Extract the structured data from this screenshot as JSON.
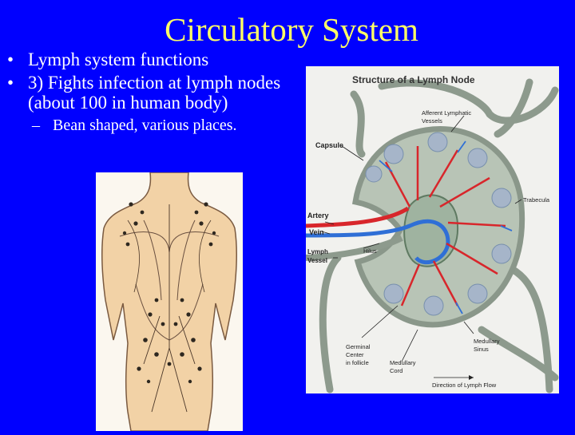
{
  "title": "Circulatory System",
  "bullets": [
    {
      "marker": "•",
      "text": "Lymph system functions"
    },
    {
      "marker": "•",
      "text": "3) Fights infection at lymph nodes (about 100 in human body)"
    }
  ],
  "sub_bullet": {
    "marker": "–",
    "text": "Bean shaped, various places."
  },
  "diagram": {
    "title": "Structure of a Lymph Node",
    "labels": {
      "afferent": [
        "Afferent Lymphatic",
        "Vessels"
      ],
      "capsule": "Capsule",
      "trabecula": "Trabecula",
      "artery": "Artery",
      "vein": "Vein",
      "lymph_vessel": [
        "Lymph",
        "Vessel"
      ],
      "hilus": "Hilus",
      "germinal": [
        "Germinal",
        "Center",
        "in follicle"
      ],
      "medullary_sinus": [
        "Medullary",
        "Sinus"
      ],
      "medullary_cord": [
        "Medullary",
        "Cord"
      ],
      "flow": "Direction of Lymph Flow"
    }
  },
  "colors": {
    "background": "#0000ff",
    "title": "#ffff66",
    "text": "#ffffff",
    "artery": "#d8262b",
    "vein": "#2f6fd6",
    "lymph": "#8d9a8d"
  }
}
